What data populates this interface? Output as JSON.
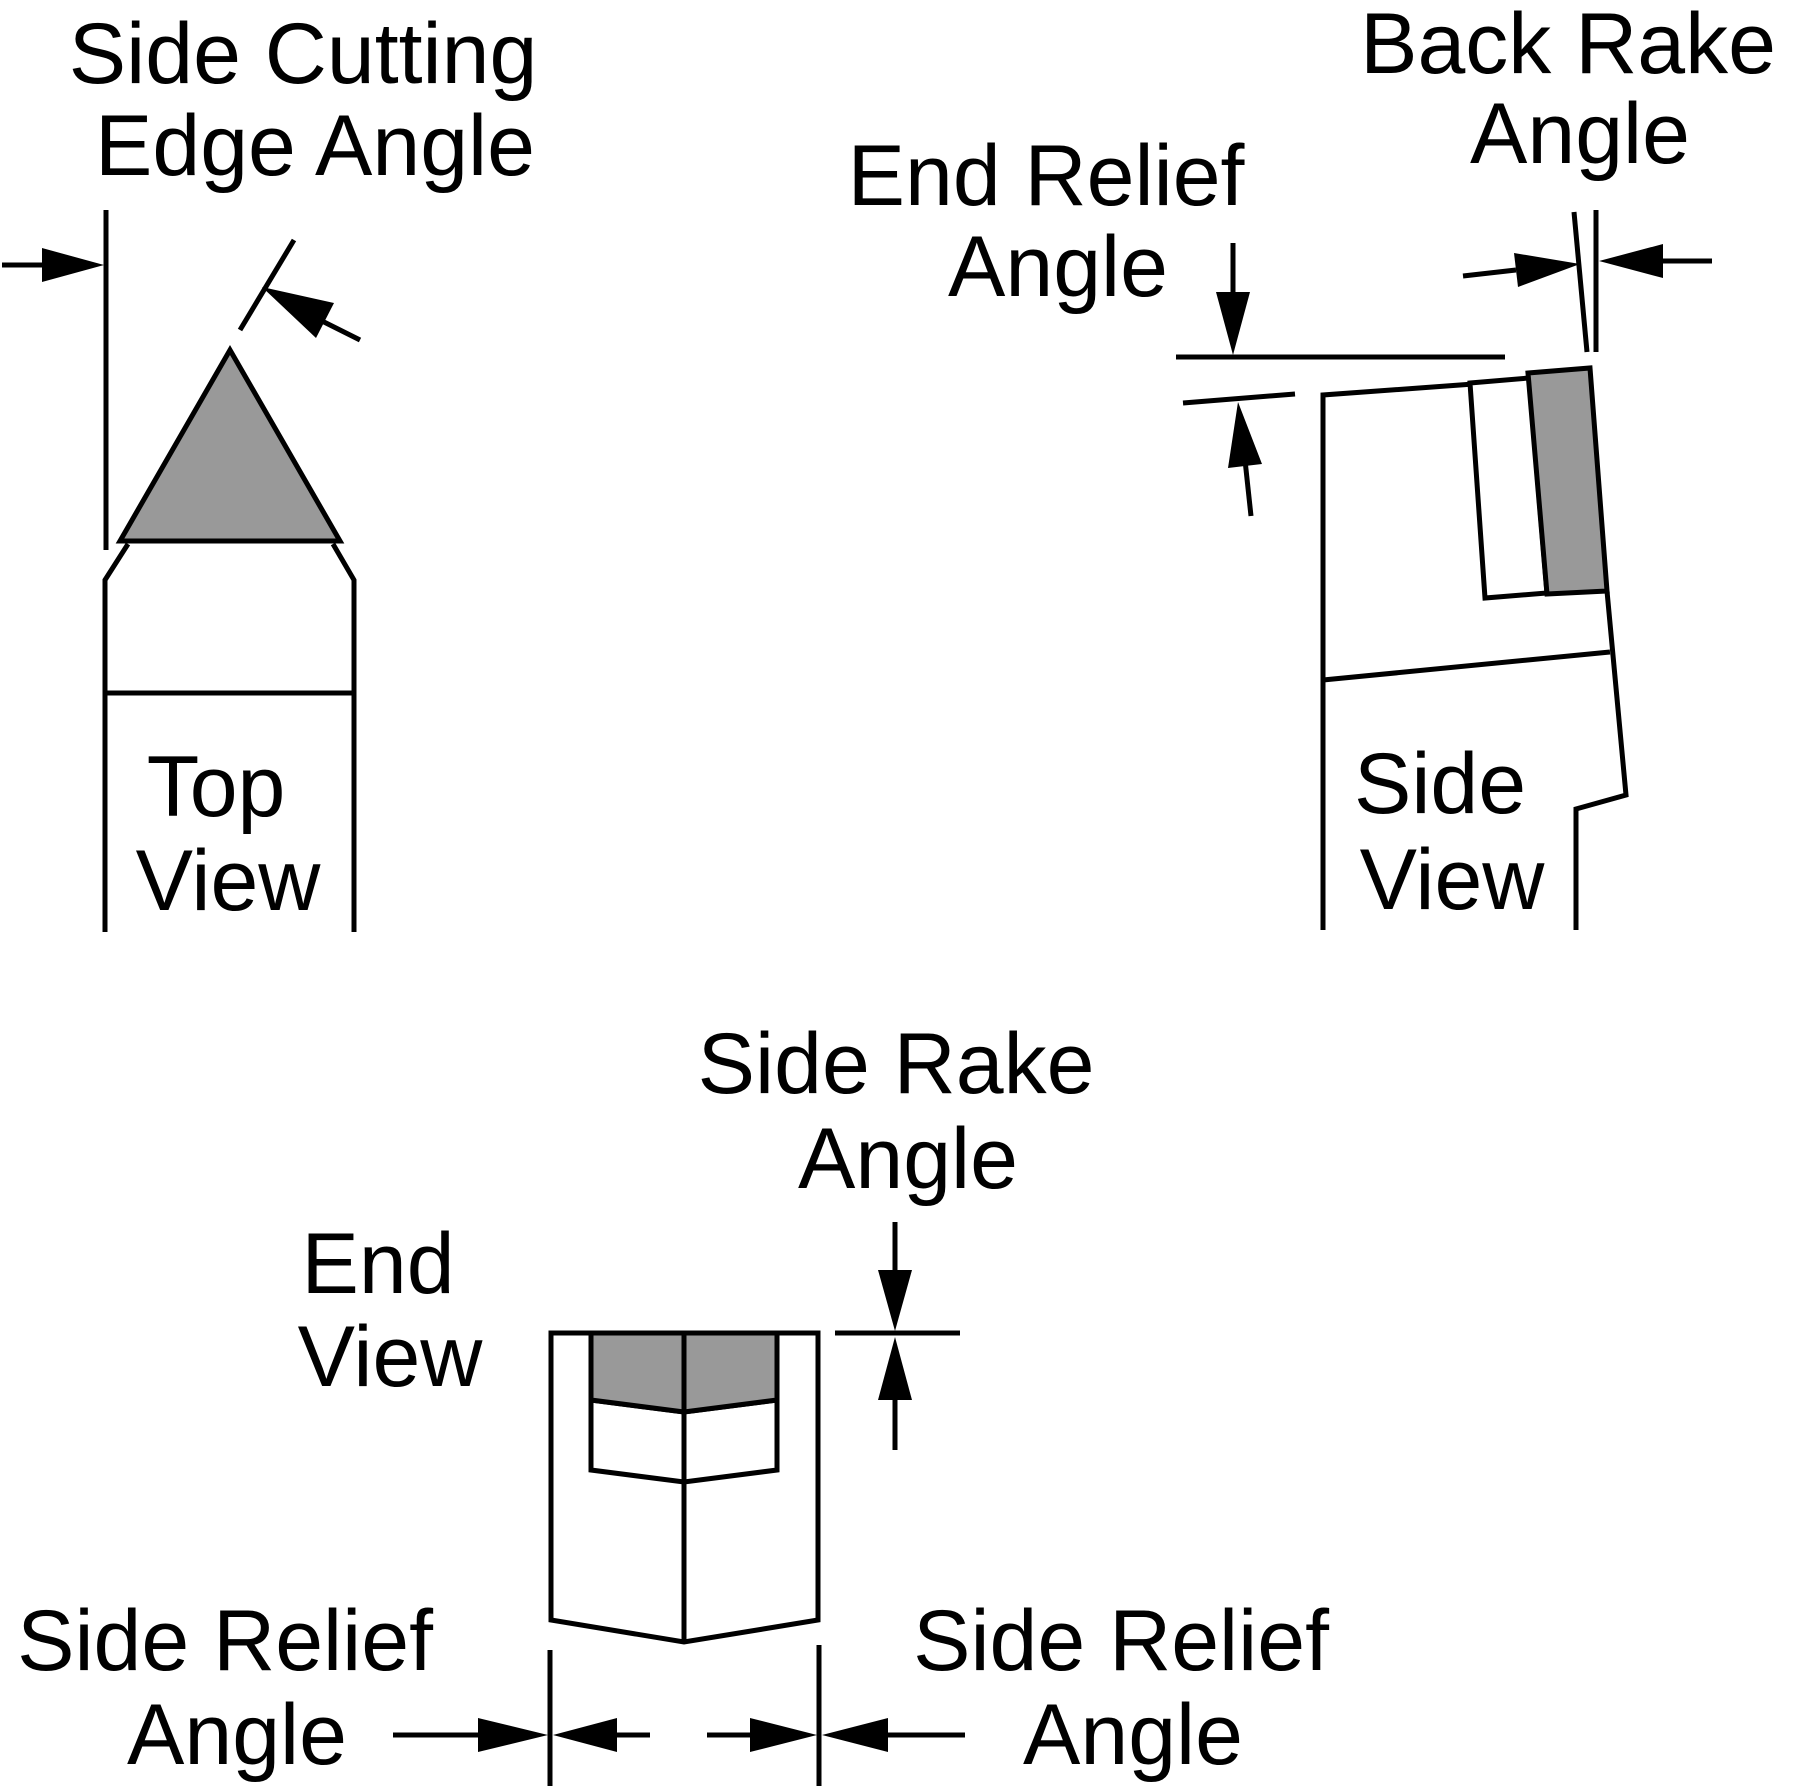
{
  "labels": {
    "side_cutting_edge_angle": [
      "Side Cutting",
      "Edge Angle"
    ],
    "back_rake_angle": [
      "Back Rake",
      "Angle"
    ],
    "end_relief_angle": [
      "End Relief",
      "Angle"
    ],
    "top_view": [
      "Top",
      "View"
    ],
    "side_view": [
      "Side",
      "View"
    ],
    "side_rake_angle": [
      "Side Rake",
      "Angle"
    ],
    "end_view": [
      "End",
      "View"
    ],
    "side_relief_angle_left": [
      "Side Relief",
      "Angle"
    ],
    "side_relief_angle_right": [
      "Side Relief",
      "Angle"
    ]
  },
  "colors": {
    "insert_fill": "#999999",
    "line": "#000000",
    "background": "#ffffff"
  }
}
